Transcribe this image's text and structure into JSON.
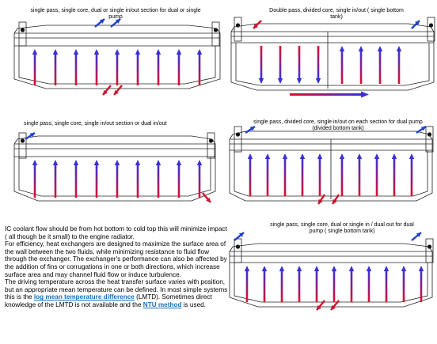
{
  "captions": {
    "d1": "single pass, single core, dual or single in/out section for dual or single pump",
    "d2": "Double pass, divided core, single in/out ( single bottom tank)",
    "d3": "single pass, single core, single in/out section or dual in/out",
    "d4": "single pass, divided core, single in/out on each section for dual pump (divided bottom tank)",
    "d5": "single pass, single core, dual or single in / dual out for dual pump ( single bottom tank)"
  },
  "text": {
    "p1": "IC coolant flow should be from hot bottom to cold top this will minimize impact ( all though be it small) to the engine radiator.",
    "p2": "For efficiency, heat exchangers are designed to maximize the surface area of the wall between the two fluids, while minimizing resistance to fluid flow through the exchanger. The exchanger's performance can also be affected by the addition of fins or corrugations in one or both directions, which increase surface area and may channel fluid flow or induce turbulence.",
    "p3_a": "The driving temperature across the heat transfer surface varies with position, but an appropriate mean temperature can be defined. In most simple systems this is the ",
    "p3_link1": "log mean temperature difference",
    "p3_b": " (LMTD). Sometimes direct knowledge of the LMTD is not available and the ",
    "p3_link2": "NTU method",
    "p3_c": " is used."
  },
  "colors": {
    "hot": "#e0102a",
    "cold": "#3a2fd8",
    "inlet": "#1f3fd0",
    "outlet": "#d0102a",
    "outline": "#222222",
    "link": "#1a6fb5"
  },
  "icons": [
    "arrow-up-icon",
    "arrow-down-icon",
    "inlet-arrow-icon",
    "outlet-arrow-icon",
    "mounting-bracket-icon"
  ]
}
